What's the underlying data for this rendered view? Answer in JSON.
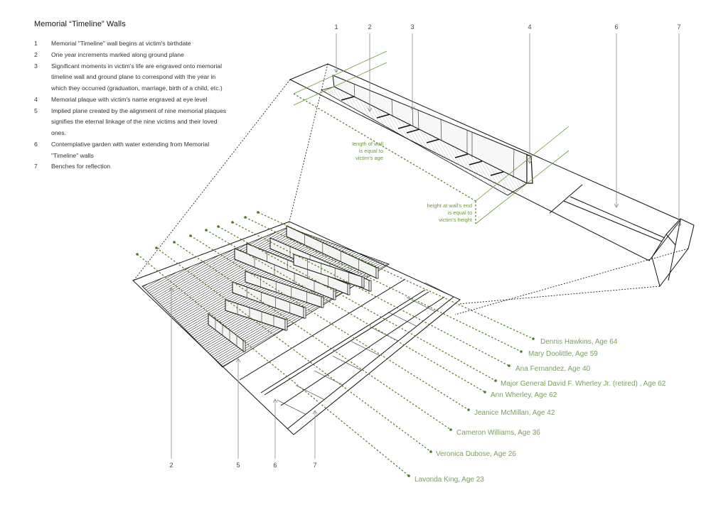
{
  "title": "Memorial “Timeline” Walls",
  "legend": [
    {
      "num": "1",
      "lines": [
        "Memorial \"Timeline\" wall begins at victim's birthdate"
      ]
    },
    {
      "num": "2",
      "lines": [
        "One year increments marked along ground plane"
      ]
    },
    {
      "num": "3",
      "lines": [
        "Significant moments in victim's life are engraved onto memorial",
        "timeline wall and ground plane to correspond with the year in",
        "which they occurred (graduation, marriage, birth of a child, etc.)"
      ]
    },
    {
      "num": "4",
      "lines": [
        "Memorial plaque with victim's name engraved at eye level"
      ]
    },
    {
      "num": "5",
      "lines": [
        "Implied plane created by the alignment of nine memorial plaques",
        "signifies the eternal linkage of the nine victims and their loved",
        "ones."
      ]
    },
    {
      "num": "6",
      "lines": [
        "Contemplative garden with water extending from Memorial",
        "\"Timeline\" walls"
      ]
    },
    {
      "num": "7",
      "lines": [
        "Benches for reflection"
      ]
    }
  ],
  "top_callouts": [
    "1",
    "2",
    "3",
    "4",
    "6",
    "7"
  ],
  "bottom_callouts": [
    "2",
    "5",
    "6",
    "7"
  ],
  "notes": {
    "length": [
      "length of wall",
      "is equal to",
      "victim's age"
    ],
    "height": [
      "height at wall's end",
      "is equal to",
      "victim's height"
    ]
  },
  "victims": [
    "Dennis Hawkins, Age 64",
    "Mary Doolittle, Age 59",
    "Ana Fernandez, Age 40",
    "Major General David F. Wherley Jr. (retired) , Age 62",
    "Ann Wherley, Age 62",
    "Jeanice McMillan, Age 42",
    "Cameron Williams, Age 36",
    "Veronica Dubose, Age 26",
    "Lavonda King, Age 23"
  ],
  "colors": {
    "accent_green": "#7aa05a",
    "line_green": "#4a7a22",
    "ink": "#111111"
  }
}
